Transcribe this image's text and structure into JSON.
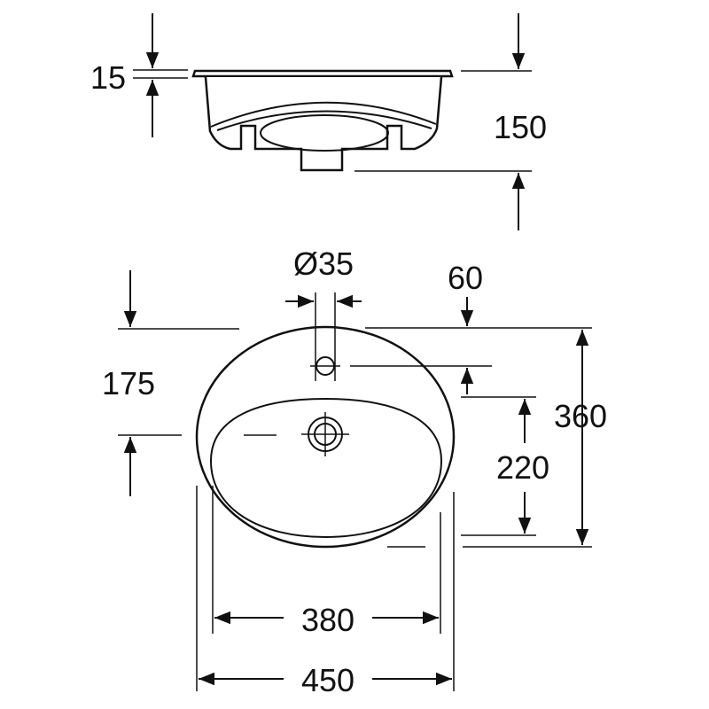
{
  "title": "Washbasin dimension drawing",
  "side_view": {
    "rim_thickness": "15",
    "height": "150"
  },
  "plan_view": {
    "tap_hole_diameter": "Ø35",
    "tap_hole_offset": "60",
    "drain_offset": "175",
    "overall_depth": "360",
    "bowl_depth": "220",
    "bowl_width": "380",
    "overall_width": "450"
  }
}
